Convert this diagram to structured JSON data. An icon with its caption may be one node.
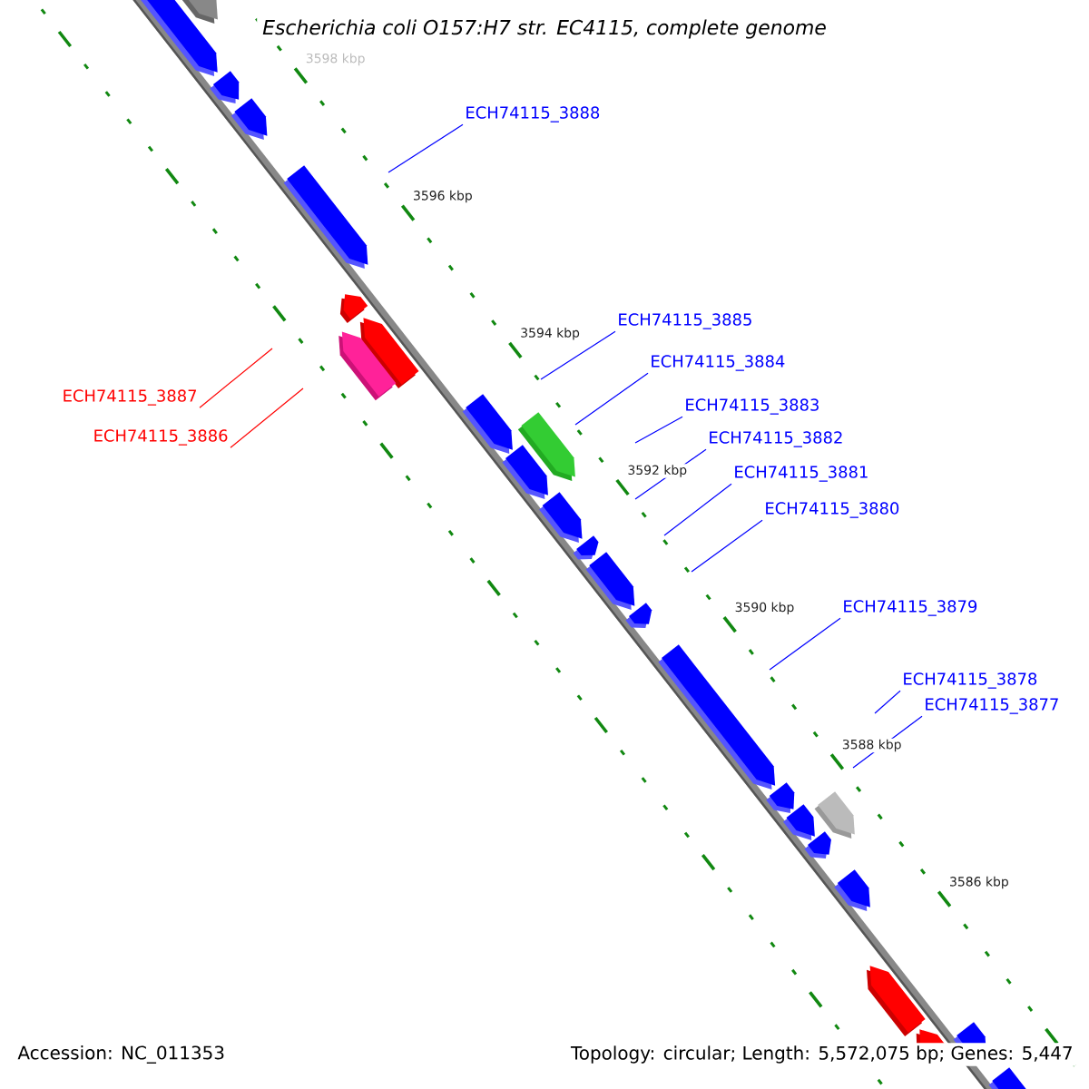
{
  "diagram": {
    "title": "Escherichia coli O157:H7 str. EC4115, complete genome",
    "nodes": [
      {
        "text": [
          "ECH74115_3888"
        ]
      },
      {
        "text": [
          "ECH74115_3885"
        ]
      },
      {
        "text": [
          "ECH74115_3884"
        ]
      },
      {
        "text": [
          "ECH74115_3887"
        ]
      },
      {
        "text": [
          "ECH74115_3883"
        ]
      },
      {
        "text": [
          "ECH74115_3886"
        ]
      },
      {
        "text": [
          "ECH74115_3882"
        ]
      },
      {
        "text": [
          "ECH74115_3881"
        ]
      },
      {
        "text": [
          "ECH74115_3880"
        ]
      },
      {
        "text": [
          "ECH74115_3879"
        ]
      },
      {
        "text": [
          "ECH74115_3878"
        ]
      },
      {
        "text": [
          "ECH74115_3877"
        ]
      }
    ],
    "edges": [
      {
        "from": 0,
        "to": null,
        "arrow": "none"
      },
      {
        "from": 1,
        "to": null,
        "arrow": "none"
      },
      {
        "from": 2,
        "to": null,
        "arrow": "none"
      },
      {
        "from": 3,
        "to": null,
        "arrow": "none",
        "color": "#ff0000"
      },
      {
        "from": 4,
        "to": null,
        "arrow": "none"
      },
      {
        "from": 5,
        "to": null,
        "arrow": "none",
        "color": "#ff0000"
      },
      {
        "from": 6,
        "to": null,
        "arrow": "none"
      },
      {
        "from": 7,
        "to": null,
        "arrow": "none"
      },
      {
        "from": 8,
        "to": null,
        "arrow": "none"
      },
      {
        "from": 9,
        "to": null,
        "arrow": "none"
      },
      {
        "from": 10,
        "to": null,
        "arrow": "none"
      },
      {
        "from": 11,
        "to": null,
        "arrow": "none"
      }
    ],
    "labels": [
      "3598 kbp",
      "3596 kbp",
      "3594 kbp",
      "3592 kbp",
      "3590 kbp",
      "3588 kbp",
      "3586 kbp",
      "Accession: NC_011353",
      "Topology: circular; Length: 5,572,075 bp; Genes: 5,447"
    ]
  }
}
